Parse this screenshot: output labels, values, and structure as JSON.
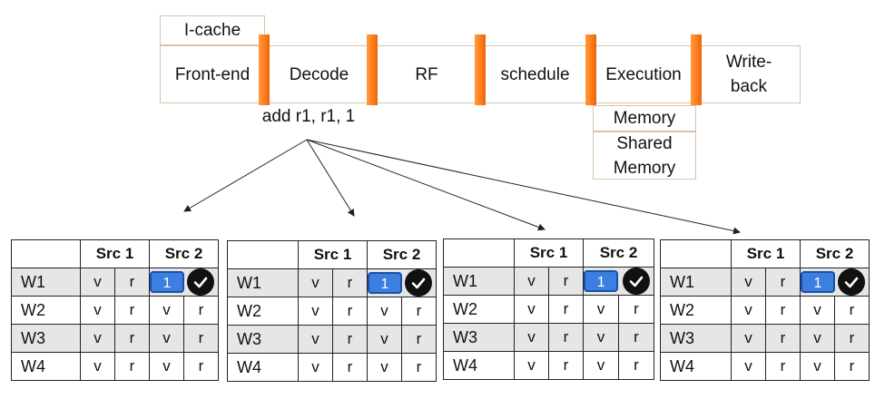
{
  "pipeline": {
    "icache": "I-cache",
    "stages": [
      "Front-end",
      "Decode",
      "RF",
      "schedule",
      "Execution",
      "Write-\nback"
    ],
    "memory": "Memory",
    "shared_memory": "Shared\nMemory",
    "instruction": "add r1, r1, 1"
  },
  "tables": [
    {
      "header": [
        "",
        "Src 1",
        "Src 2"
      ],
      "rows": [
        {
          "warp": "W1",
          "src1": [
            "v",
            "r"
          ],
          "src2_counter": "1",
          "src2_ready": "check"
        },
        {
          "warp": "W2",
          "src1": [
            "v",
            "r"
          ],
          "src2": [
            "v",
            "r"
          ]
        },
        {
          "warp": "W3",
          "src1": [
            "v",
            "r"
          ],
          "src2": [
            "v",
            "r"
          ]
        },
        {
          "warp": "W4",
          "src1": [
            "v",
            "r"
          ],
          "src2": [
            "v",
            "r"
          ]
        }
      ]
    },
    {
      "header": [
        "",
        "Src 1",
        "Src 2"
      ],
      "rows": [
        {
          "warp": "W1",
          "src1": [
            "v",
            "r"
          ],
          "src2_counter": "1",
          "src2_ready": "check"
        },
        {
          "warp": "W2",
          "src1": [
            "v",
            "r"
          ],
          "src2": [
            "v",
            "r"
          ]
        },
        {
          "warp": "W3",
          "src1": [
            "v",
            "r"
          ],
          "src2": [
            "v",
            "r"
          ]
        },
        {
          "warp": "W4",
          "src1": [
            "v",
            "r"
          ],
          "src2": [
            "v",
            "r"
          ]
        }
      ]
    },
    {
      "header": [
        "",
        "Src 1",
        "Src 2"
      ],
      "rows": [
        {
          "warp": "W1",
          "src1": [
            "v",
            "r"
          ],
          "src2_counter": "1",
          "src2_ready": "check"
        },
        {
          "warp": "W2",
          "src1": [
            "v",
            "r"
          ],
          "src2": [
            "v",
            "r"
          ]
        },
        {
          "warp": "W3",
          "src1": [
            "v",
            "r"
          ],
          "src2": [
            "v",
            "r"
          ]
        },
        {
          "warp": "W4",
          "src1": [
            "v",
            "r"
          ],
          "src2": [
            "v",
            "r"
          ]
        }
      ]
    },
    {
      "header": [
        "",
        "Src 1",
        "Src 2"
      ],
      "rows": [
        {
          "warp": "W1",
          "src1": [
            "v",
            "r"
          ],
          "src2_counter": "1",
          "src2_ready": "check"
        },
        {
          "warp": "W2",
          "src1": [
            "v",
            "r"
          ],
          "src2": [
            "v",
            "r"
          ]
        },
        {
          "warp": "W3",
          "src1": [
            "v",
            "r"
          ],
          "src2": [
            "v",
            "r"
          ]
        },
        {
          "warp": "W4",
          "src1": [
            "v",
            "r"
          ],
          "src2": [
            "v",
            "r"
          ]
        }
      ]
    }
  ],
  "colors": {
    "latch": "#ff7a1a",
    "counter_fill": "#3c7fe0",
    "row_shade": "#e6e6e6"
  }
}
